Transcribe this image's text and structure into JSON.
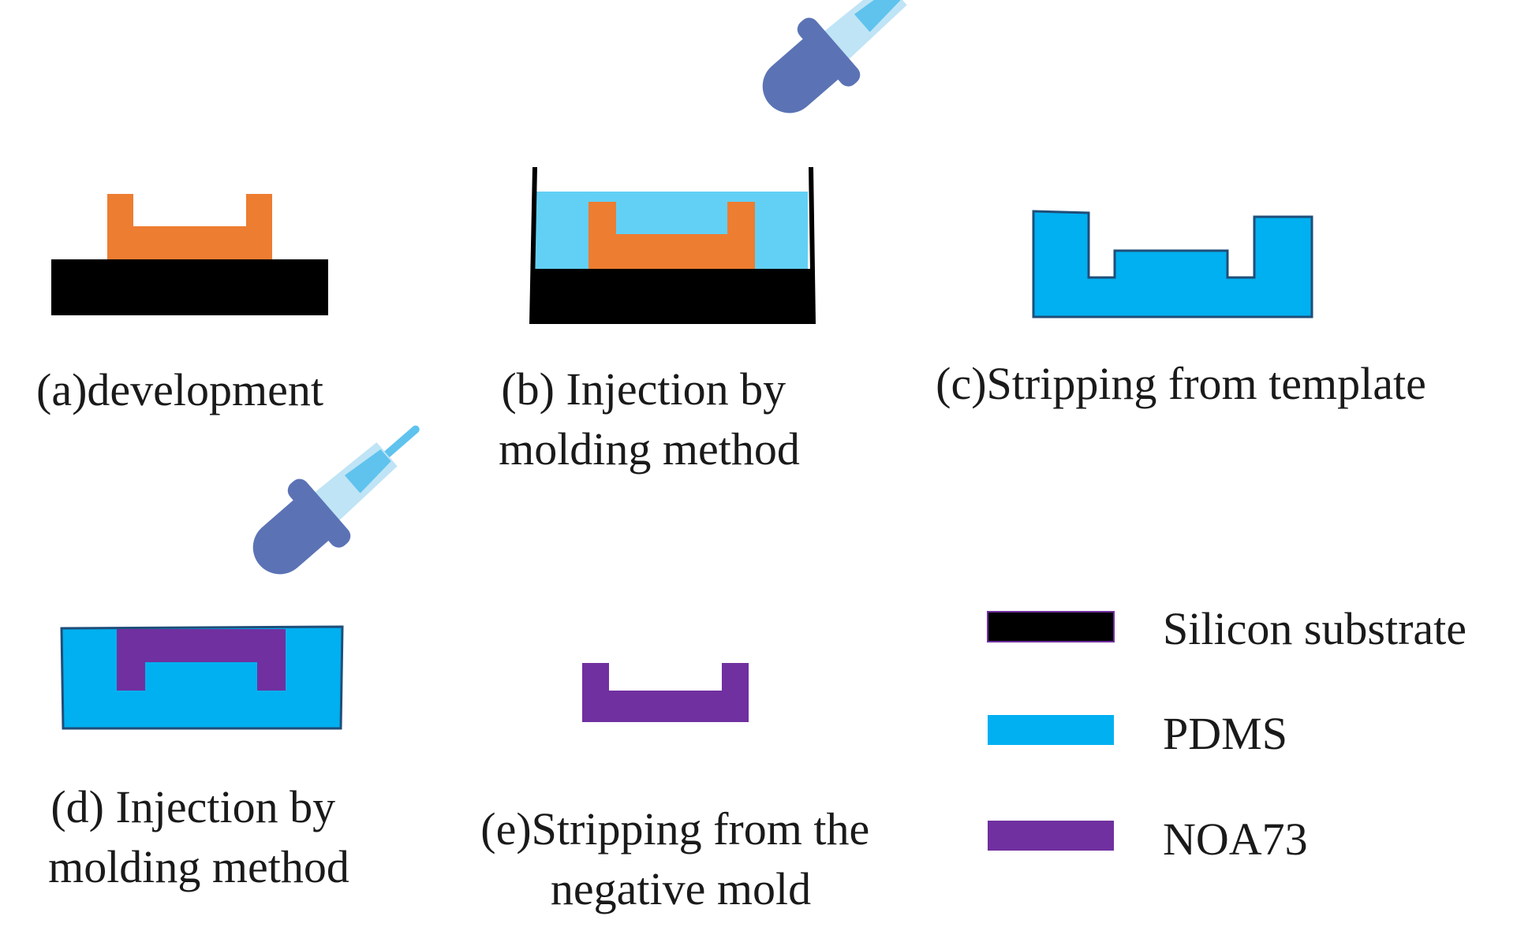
{
  "colors": {
    "silicon": "#000000",
    "photoresist": "#ED7D31",
    "pdms": "#00B0F0",
    "pdms_liquid": "#62D0F5",
    "noa73": "#7030A0",
    "dropper_bulb": "#5B73B5",
    "dropper_glass": "#BFE4F5",
    "dropper_liquid": "#5FC3EE"
  },
  "icons": {
    "dropper": "dropper-icon"
  },
  "steps": [
    {
      "id": "a",
      "caption_lines": [
        "(a)development"
      ]
    },
    {
      "id": "b",
      "caption_lines": [
        "(b)  Injection by",
        "molding method"
      ]
    },
    {
      "id": "c",
      "caption_lines": [
        "(c)Stripping from template"
      ]
    },
    {
      "id": "d",
      "caption_lines": [
        "(d) Injection by",
        "molding method"
      ]
    },
    {
      "id": "e",
      "caption_lines": [
        "(e)Stripping from the",
        "negative mold"
      ]
    }
  ],
  "legend": [
    {
      "label": "Silicon substrate",
      "color": "#000000"
    },
    {
      "label": "PDMS",
      "color": "#00B0F0"
    },
    {
      "label": "NOA73",
      "color": "#7030A0"
    }
  ]
}
